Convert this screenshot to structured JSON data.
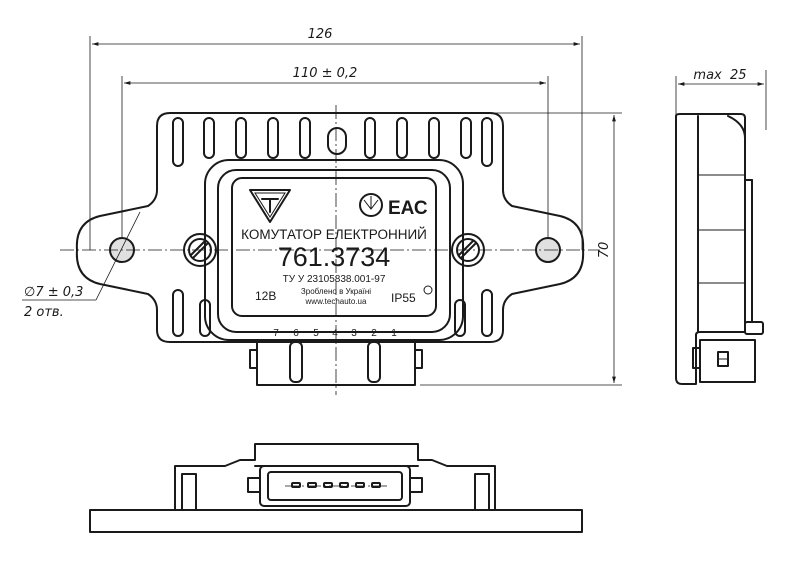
{
  "dimensions": {
    "overall_width": "126",
    "hole_spacing": "110 ± 0,2",
    "height": "70",
    "depth": "max  25",
    "hole_diameter": "∅7 ± 0,3",
    "hole_count": "2 отв."
  },
  "label": {
    "title": "КОМУТАТОР ЕЛЕКТРОННИЙ",
    "model": "761.3734",
    "spec": "ТУ У 23105838.001-97",
    "made_in": "Зроблено в Україні",
    "website": "www.techauto.ua",
    "voltage": "12В",
    "protection": "IP55",
    "cert_mark": "ЕАС"
  },
  "pins": [
    "7",
    "6",
    "5",
    "4",
    "3",
    "2",
    "1"
  ]
}
